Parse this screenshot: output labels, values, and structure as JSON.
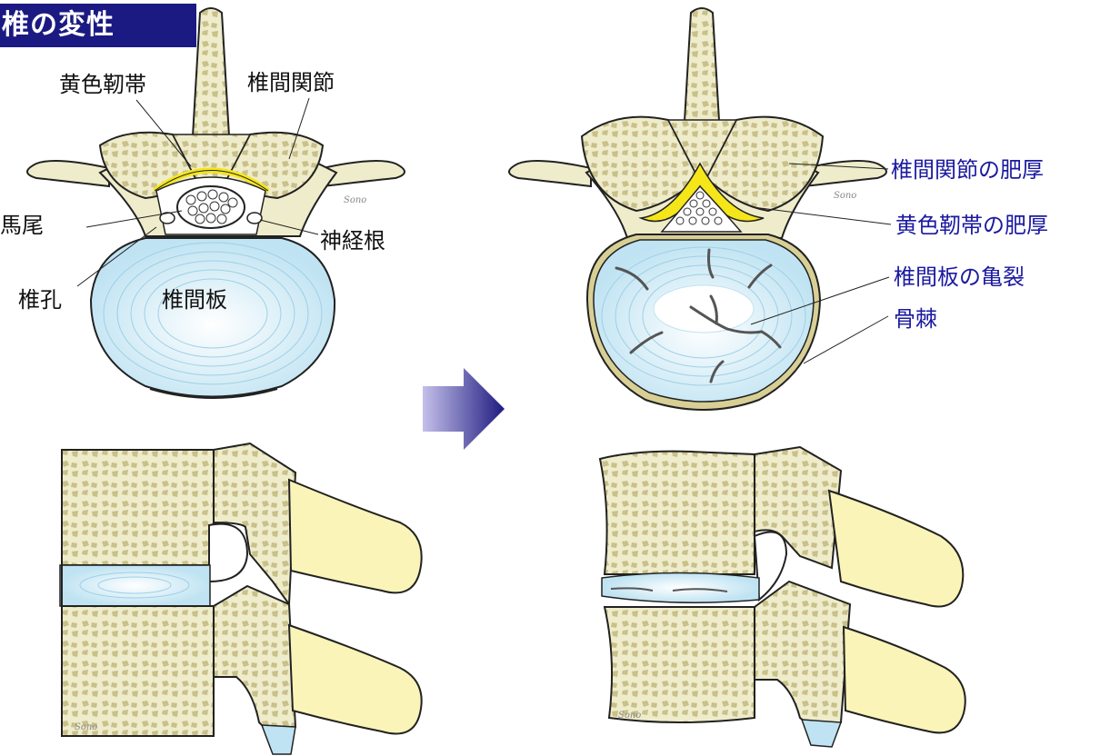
{
  "title": "椎の変性",
  "labels_left": {
    "ligamentum_flavum": "黄色靭帯",
    "facet_joint": "椎間関節",
    "cauda_equina": "馬尾",
    "nerve_root": "神経根",
    "foramen": "椎孔",
    "disc": "椎間板"
  },
  "labels_right": {
    "facet_hypertrophy": "椎間関節の肥厚",
    "ligament_hypertrophy": "黄色靭帯の肥厚",
    "disc_fissure": "椎間板の亀裂",
    "osteophyte": "骨棘"
  },
  "signature": "Sono",
  "colors": {
    "title_bg": "#1b1a82",
    "right_label": "#1b1aa0",
    "bone": "#efeccb",
    "disc": "#dcf0f8",
    "ligament": "#f5e61a",
    "arrow": "#2e2a90"
  }
}
